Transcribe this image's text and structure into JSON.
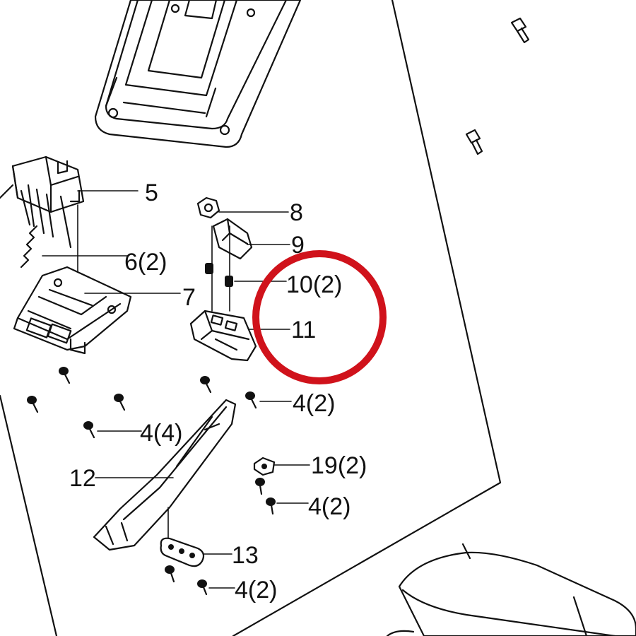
{
  "labels": {
    "p5": "5",
    "p6": "6(2)",
    "p7": "7",
    "p8": "8",
    "p9": "9",
    "p10": "10(2)",
    "p11": "11",
    "p4a": "4(2)",
    "p4b": "4(4)",
    "p12": "12",
    "p19": "19(2)",
    "p4c": "4(2)",
    "p13": "13",
    "p4d": "4(2)"
  },
  "colors": {
    "line": "#111111",
    "highlight_ring": "#d0121b",
    "background": "#ffffff"
  },
  "icons": {
    "screw": "screw-icon"
  }
}
